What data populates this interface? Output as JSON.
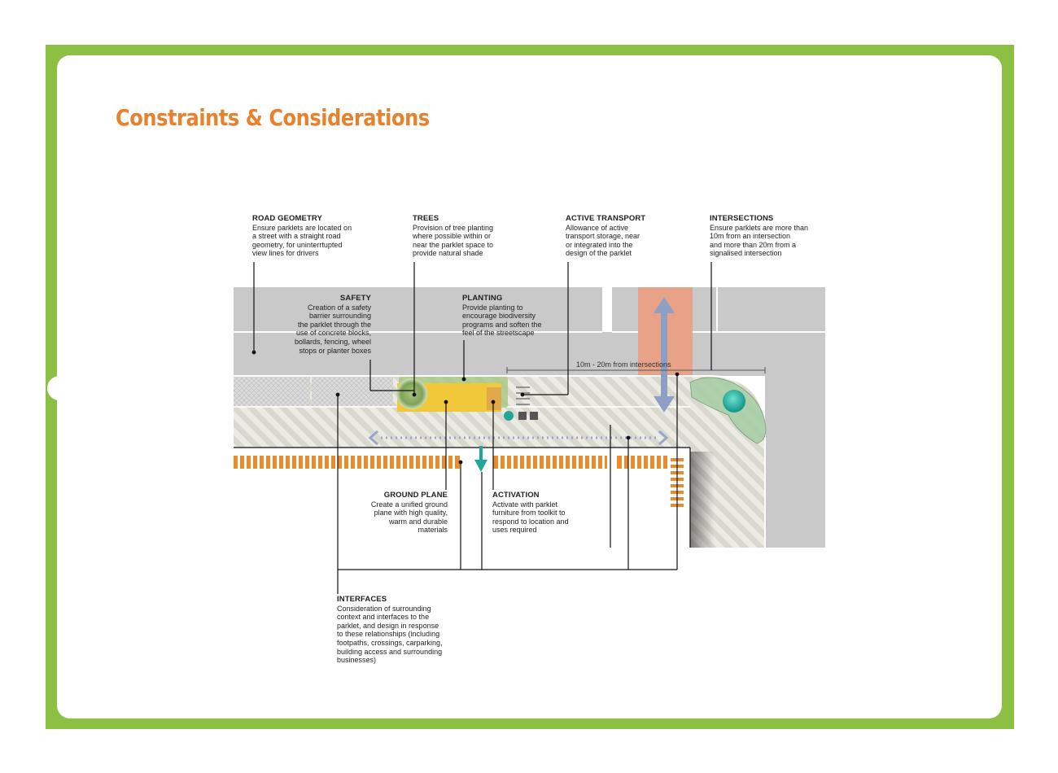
{
  "page": {
    "title": "Constraints & Considerations",
    "colors": {
      "frame": "#8cc043",
      "title": "#e8812e",
      "road": "#c9c9c9",
      "footpath": "#ecebe3",
      "accent_orange": "#ef8a2b",
      "crossing": "#e8a288",
      "arrow": "#8f9fc4",
      "teal": "#1fa89a",
      "planter": "#f0c83a"
    }
  },
  "annotations": {
    "road_geometry": {
      "heading": "ROAD GEOMETRY",
      "body": "Ensure parklets are located on\na street with a straight road\ngeometry, for uninterrtupted\nview lines for drivers"
    },
    "trees": {
      "heading": "TREES",
      "body": "Provision of tree planting\nwhere possible within or\nnear the parklet space to\nprovide natural shade"
    },
    "active_transport": {
      "heading": "ACTIVE TRANSPORT",
      "body": "Allowance of active\ntransport storage, near\nor integrated into the\ndesign of the parklet"
    },
    "intersections": {
      "heading": "INTERSECTIONS",
      "body": "Ensure parklets are more than\n10m from an intersection\nand more than 20m from a\nsignalised intersection"
    },
    "safety": {
      "heading": "SAFETY",
      "body": "Creation of a safety\nbarrier surrounding\nthe parklet through the\nuse of concrete blocks,\nbollards, fencing, wheel\nstops or planter boxes"
    },
    "planting": {
      "heading": "PLANTING",
      "body": "Provide planting to\nencourage biodiversity\nprograms and soften the\nfeel of the streetscape"
    },
    "ground_plane": {
      "heading": "GROUND PLANE",
      "body": "Create a unified ground\nplane with high quality,\nwarm and durable\nmaterials"
    },
    "activation": {
      "heading": "ACTIVATION",
      "body": "Activate with parklet\nfurniture from toolkit to\nrespond to location and\nuses required"
    },
    "interfaces": {
      "heading": "INTERFACES",
      "body": "Consideration of surrounding\ncontext and interfaces to the\nparklet, and design in response\nto these relationships (including\nfootpaths, crossings, carparking,\nbuilding access and surrounding\nbusinesses)"
    }
  },
  "distance_label": "10m - 20m from intersections"
}
